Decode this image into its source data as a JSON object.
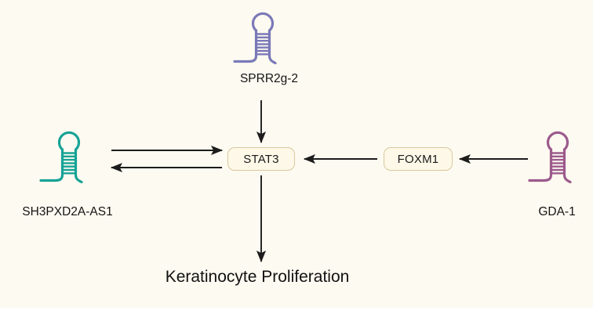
{
  "figure": {
    "type": "pathway-diagram",
    "background_color": "#fdfaf1",
    "outcome_label": "Keratinocyte Proliferation"
  },
  "nodes": {
    "stat3": {
      "label": "STAT3",
      "shape": "rounded-box",
      "fill": "#fdf8e8",
      "border": "#d8c89a"
    },
    "foxm1": {
      "label": "FOXM1",
      "shape": "rounded-box",
      "fill": "#fdf8e8",
      "border": "#d8c89a"
    }
  },
  "rnas": [
    {
      "id": "sprr2g2",
      "label": "SPRR2g-2",
      "color": "#7a79b8",
      "position": "top-center"
    },
    {
      "id": "sh3pxd2a_as1",
      "label": "SH3PXD2A-AS1",
      "color": "#17a396",
      "position": "left"
    },
    {
      "id": "gda1",
      "label": "GDA-1",
      "color": "#9c5a8c",
      "position": "right"
    }
  ],
  "edges": [
    {
      "from": "sprr2g2",
      "to": "stat3",
      "direction": "down",
      "style": "solid-arrow"
    },
    {
      "from": "sh3pxd2a_as1",
      "to": "stat3",
      "direction": "right",
      "style": "solid-arrow"
    },
    {
      "from": "stat3",
      "to": "sh3pxd2a_as1",
      "direction": "left",
      "style": "solid-arrow"
    },
    {
      "from": "foxm1",
      "to": "stat3",
      "direction": "left",
      "style": "solid-arrow"
    },
    {
      "from": "gda1",
      "to": "foxm1",
      "direction": "left",
      "style": "solid-arrow"
    },
    {
      "from": "stat3",
      "to": "keratinocyte_proliferation",
      "direction": "down",
      "style": "solid-arrow"
    }
  ],
  "colors": {
    "arrow": "#1c1c1c",
    "text": "#141414",
    "purple_rna": "#7a79b8",
    "teal_rna": "#17a396",
    "plum_rna": "#9c5a8c"
  }
}
